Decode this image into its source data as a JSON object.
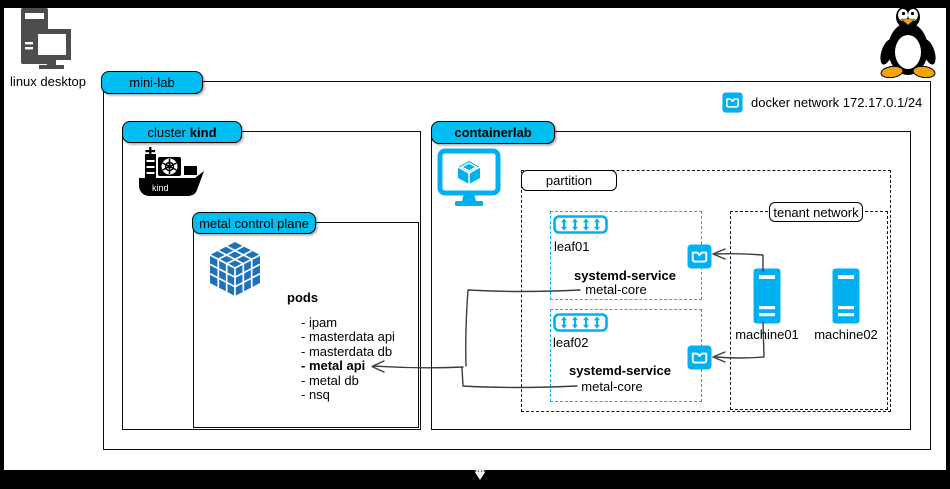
{
  "desktop": {
    "label": "linux desktop"
  },
  "mini_lab": {
    "label": "mini-lab"
  },
  "docker_network": {
    "label": "docker network 172.17.0.1/24"
  },
  "cluster_kind": {
    "label_prefix": "cluster",
    "label_bold": "kind",
    "ship_text": "kind"
  },
  "metal_control_plane": {
    "label": "metal control plane",
    "pods_title": "pods",
    "pods": [
      "- ipam",
      "- masterdata api",
      "- masterdata db",
      "- metal api",
      "- metal db",
      "- nsq"
    ]
  },
  "containerlab": {
    "label": "containerlab"
  },
  "partition": {
    "label": "partition"
  },
  "tenant_network": {
    "label": "tenant network"
  },
  "leaf01": {
    "name": "leaf01",
    "service_title": "systemd-service",
    "service_name": "metal-core"
  },
  "leaf02": {
    "name": "leaf02",
    "service_title": "systemd-service",
    "service_name": "metal-core"
  },
  "machines": [
    {
      "name": "machine01"
    },
    {
      "name": "machine02"
    }
  ],
  "colors": {
    "cyan_icon": "#00b0f0",
    "tab_fill": "#00bdf2",
    "cube_blue": "#1e72b8",
    "icon_gray": "#4d4d4d",
    "wire": "#3c3c3c"
  },
  "icons": {
    "top_left": "linux-desktop-computer-icon",
    "top_right": "tux-penguin-icon",
    "cluster": "kind-ship-icon",
    "control_plane": "blue-cube-icon",
    "containerlab": "monitor-cube-icon",
    "switch": "leaf-switch-icon",
    "docker": "docker-container-icon",
    "machine": "server-tower-icon",
    "bottom": "down-arrow-cursor-icon"
  }
}
